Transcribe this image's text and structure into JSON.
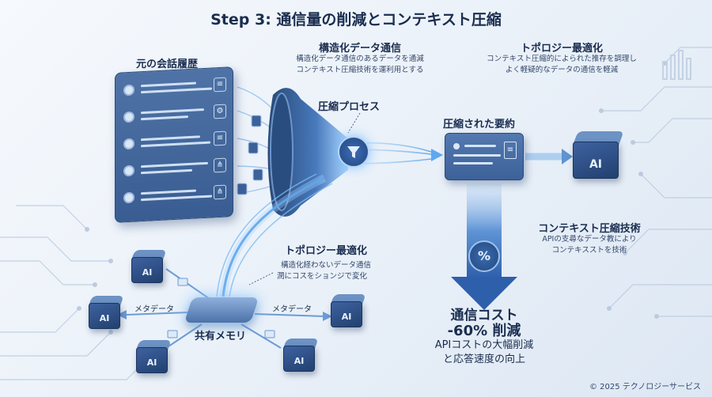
{
  "title": "Step 3: 通信量の削減とコンテキスト圧縮",
  "history": {
    "label": "元の会話履歴"
  },
  "structured": {
    "title": "構造化データ通信",
    "desc_line1": "構造化データ通信のあるデータを通減",
    "desc_line2": "コンテキスト圧縮技術を運利用とする"
  },
  "compress_process": {
    "label": "圧縮プロセス"
  },
  "topology_top": {
    "title": "トポロジー最適化",
    "desc_line1": "コンテキスト圧縮的によられた推存を調理し",
    "desc_line2": "よく軽疑的なデータの通信を軽減"
  },
  "summary": {
    "label": "圧縮された要約"
  },
  "ai_main": {
    "label": "AI"
  },
  "context_tech": {
    "title": "コンテキスト圧縮技術",
    "desc_line1": "APIの支尋なデータ教により",
    "desc_line2": "コンテキスストを技術"
  },
  "topology_bottom": {
    "title": "トポロジー最適化",
    "desc_line1": "構造化経わないデータ通信",
    "desc_line2": "潤にコスをションジで変化"
  },
  "percent_icon": "%",
  "cost": {
    "line1": "通信コスト",
    "line2": "-60% 削減",
    "desc_line1": "APIコストの大幅削減",
    "desc_line2": "と応答速度の向上"
  },
  "shared_memory": {
    "label": "共有メモリ"
  },
  "metadata_left": "メタデータ",
  "metadata_right": "メタデータ",
  "ai_nodes": [
    "AI",
    "AI",
    "AI",
    "AI",
    "AI"
  ],
  "copyright": "© 2025 テクノロジーサービス",
  "colors": {
    "primary": "#3d6199",
    "dark_navy": "#1a2d4f",
    "glow": "#8cc8ff",
    "background": "#eef3f9"
  }
}
